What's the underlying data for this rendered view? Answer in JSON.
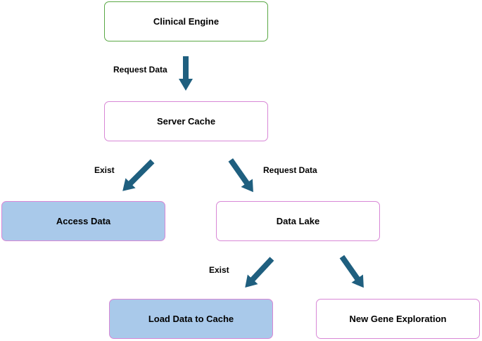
{
  "nodes": {
    "clinical_engine": "Clinical Engine",
    "server_cache": "Server Cache",
    "access_data": "Access Data",
    "data_lake": "Data Lake",
    "load_data_to_cache": "Load Data to Cache",
    "new_gene_exploration": "New Gene Exploration"
  },
  "edges": {
    "request_data_1": "Request Data",
    "exist_1": "Exist",
    "request_data_2": "Request Data",
    "exist_2": "Exist"
  },
  "colors": {
    "arrow": "#1f5f7f",
    "green_border": "#5aa845",
    "pink_border": "#d887d6",
    "filled": "#a9c9ea"
  }
}
